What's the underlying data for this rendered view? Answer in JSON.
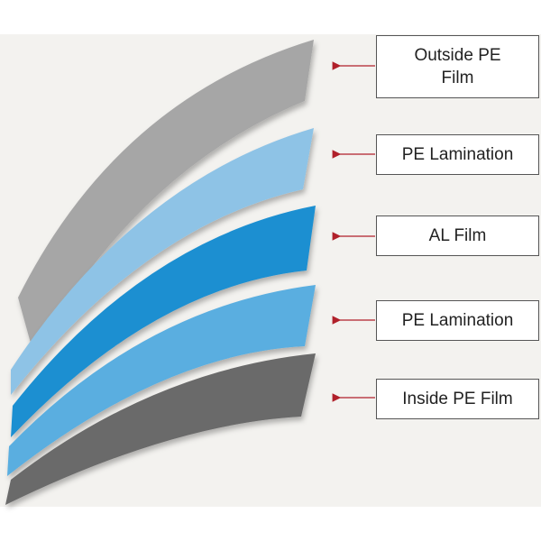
{
  "diagram": {
    "layers": [
      {
        "label": "Outside PE\nFilm",
        "color": "#a6a6a6"
      },
      {
        "label": "PE Lamination",
        "color": "#8ec3e6"
      },
      {
        "label": "AL Film",
        "color": "#1b8fd1"
      },
      {
        "label": "PE Lamination",
        "color": "#5aaee0"
      },
      {
        "label": "Inside PE Film",
        "color": "#6b6b6b"
      }
    ],
    "arrow_color": "#b0202a",
    "background_color": "#f3f2ef"
  }
}
